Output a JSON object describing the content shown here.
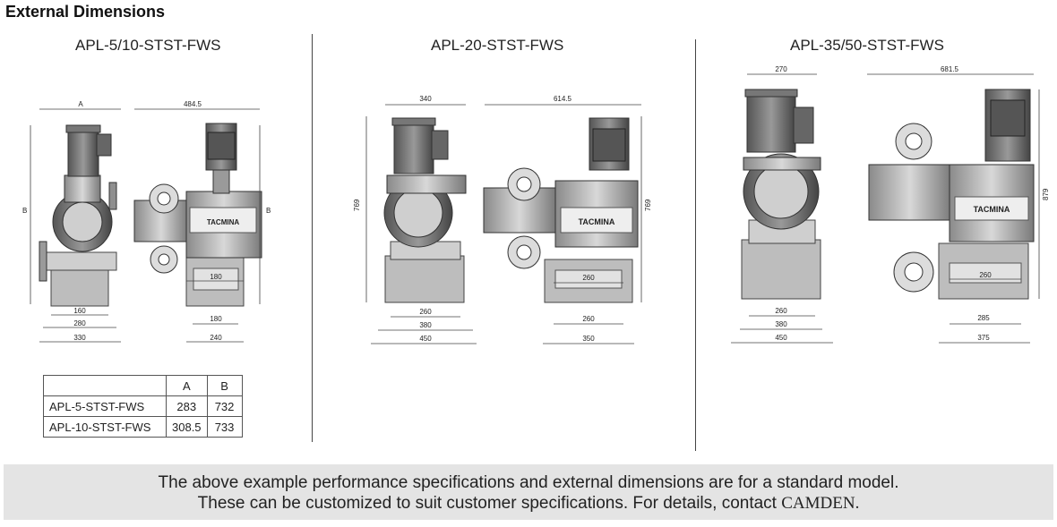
{
  "page": {
    "title": "External Dimensions"
  },
  "models": {
    "left": "APL-5/10-STST-FWS",
    "center": "APL-20-STST-FWS",
    "right": "APL-35/50-STST-FWS"
  },
  "dims": {
    "left": {
      "a": "A",
      "b": "B",
      "b2": "B",
      "depth": "484.5",
      "s160": "160",
      "s280": "280",
      "s330": "330",
      "s180a": "180",
      "s180b": "180",
      "s240": "240"
    },
    "center": {
      "top_width": "340",
      "depth": "614.5",
      "h_left": "769",
      "h_right": "769",
      "s260a": "260",
      "s380": "380",
      "s450": "450",
      "s260b": "260",
      "s260c": "260",
      "s350": "350"
    },
    "right": {
      "top_width": "270",
      "depth": "681.5",
      "height": "879",
      "s260a": "260",
      "s380": "380",
      "s450": "450",
      "s260b": "260",
      "s285": "285",
      "s375": "375"
    }
  },
  "brand_plate": "TACMINA",
  "spec_table": {
    "headers": [
      "",
      "A",
      "B"
    ],
    "rows": [
      [
        "APL-5-STST-FWS",
        "283",
        "732"
      ],
      [
        "APL-10-STST-FWS",
        "308.5",
        "733"
      ]
    ]
  },
  "note": {
    "line1": "The above example performance specifications and external dimensions are for a standard model.",
    "line2_prefix": "These can be customized to suit customer specifications. For details, contact ",
    "line2_brand": "CAMDEN."
  }
}
